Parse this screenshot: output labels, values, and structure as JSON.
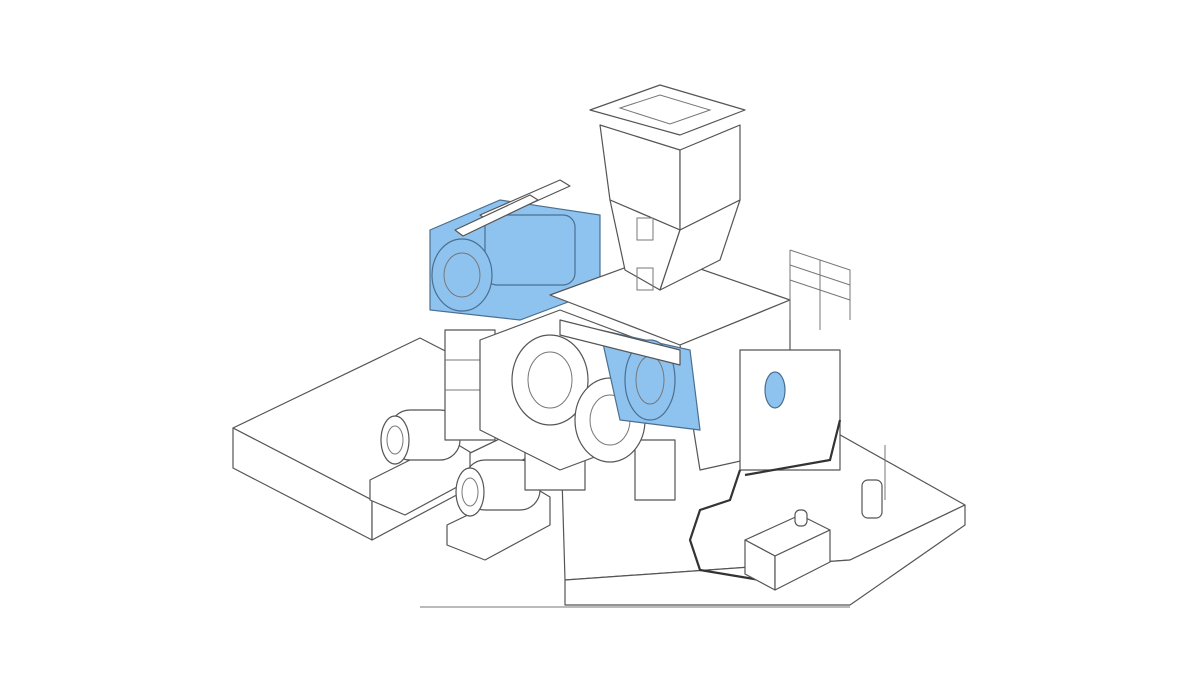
{
  "drawing": {
    "style": "isometric line drawing",
    "colors": {
      "background": "#ffffff",
      "line": "#555555",
      "highlight": "#8fc3ef"
    },
    "components": [
      "foundation",
      "feed-hopper",
      "roll-press-upper",
      "roll-press-lower",
      "gearbox",
      "motor-1",
      "motor-2",
      "platform-railing",
      "cable-tray",
      "control-cabinet",
      "gas-cylinder"
    ]
  }
}
